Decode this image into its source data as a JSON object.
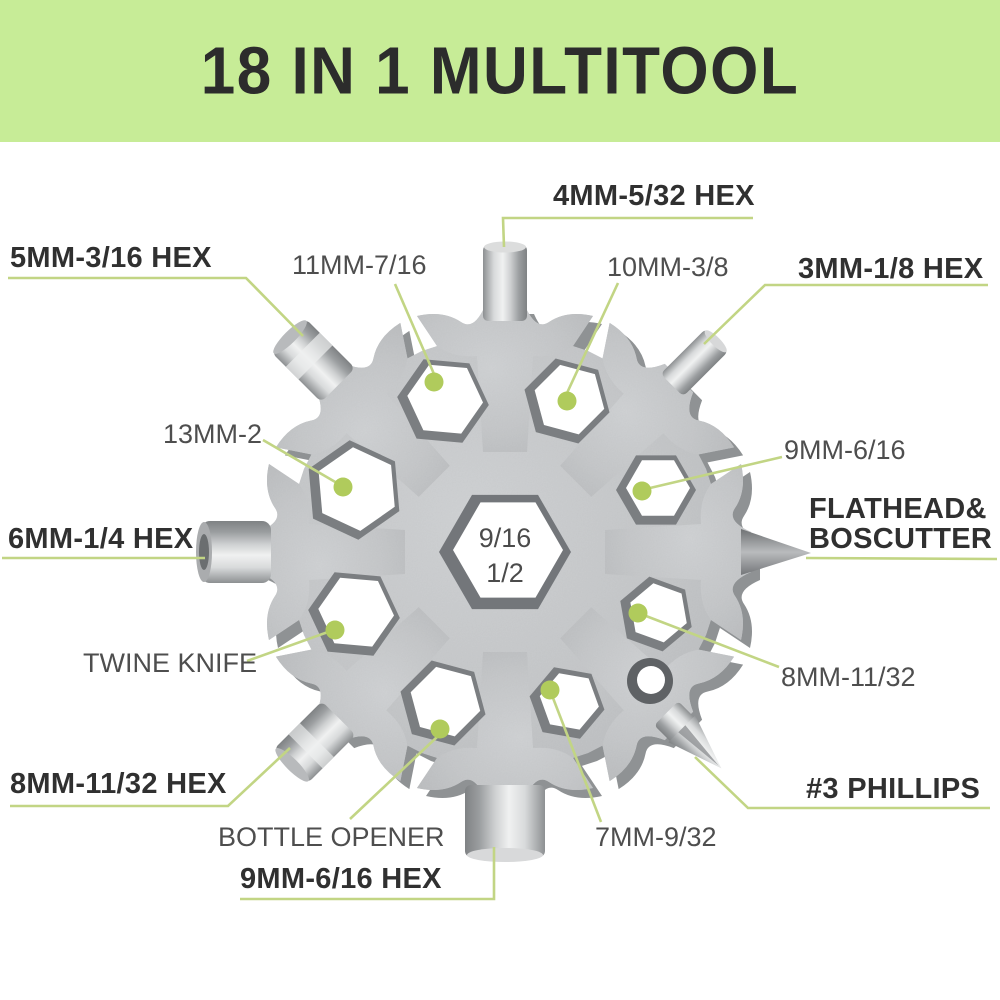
{
  "title_banner": {
    "text": "18 IN 1 MULTITOOL",
    "bg": "#c7ec97"
  },
  "colors": {
    "banner_bg": "#c7ec97",
    "leader_line": "#c2d584",
    "leader_dot": "#b0cb5c",
    "tool_body": "#c6c8ca"
  },
  "center_hex": {
    "line1": "9/16",
    "line2": "1/2"
  },
  "labels": {
    "hex4": {
      "text": "4MM-5/32 HEX"
    },
    "hex5": {
      "text": "5MM-3/16 HEX"
    },
    "hex3": {
      "text": "3MM-1/8 HEX"
    },
    "mm11": {
      "text": "11MM-7/16"
    },
    "mm10": {
      "text": "10MM-3/8"
    },
    "mm13": {
      "text": "13MM-2"
    },
    "mm9r": {
      "text": "9MM-6/16"
    },
    "hex6": {
      "text": "6MM-1/4 HEX"
    },
    "flathead": {
      "line1": "FLATHEAD&",
      "line2": "BOSCUTTER"
    },
    "twine": {
      "text": "TWINE KNIFE"
    },
    "mm8r": {
      "text": "8MM-11/32"
    },
    "hex8": {
      "text": "8MM-11/32 HEX"
    },
    "phillips": {
      "text": "#3 PHILLIPS"
    },
    "bottle": {
      "text": "BOTTLE OPENER"
    },
    "mm7": {
      "text": "7MM-9/32"
    },
    "hex9": {
      "text": "9MM-6/16 HEX"
    }
  }
}
